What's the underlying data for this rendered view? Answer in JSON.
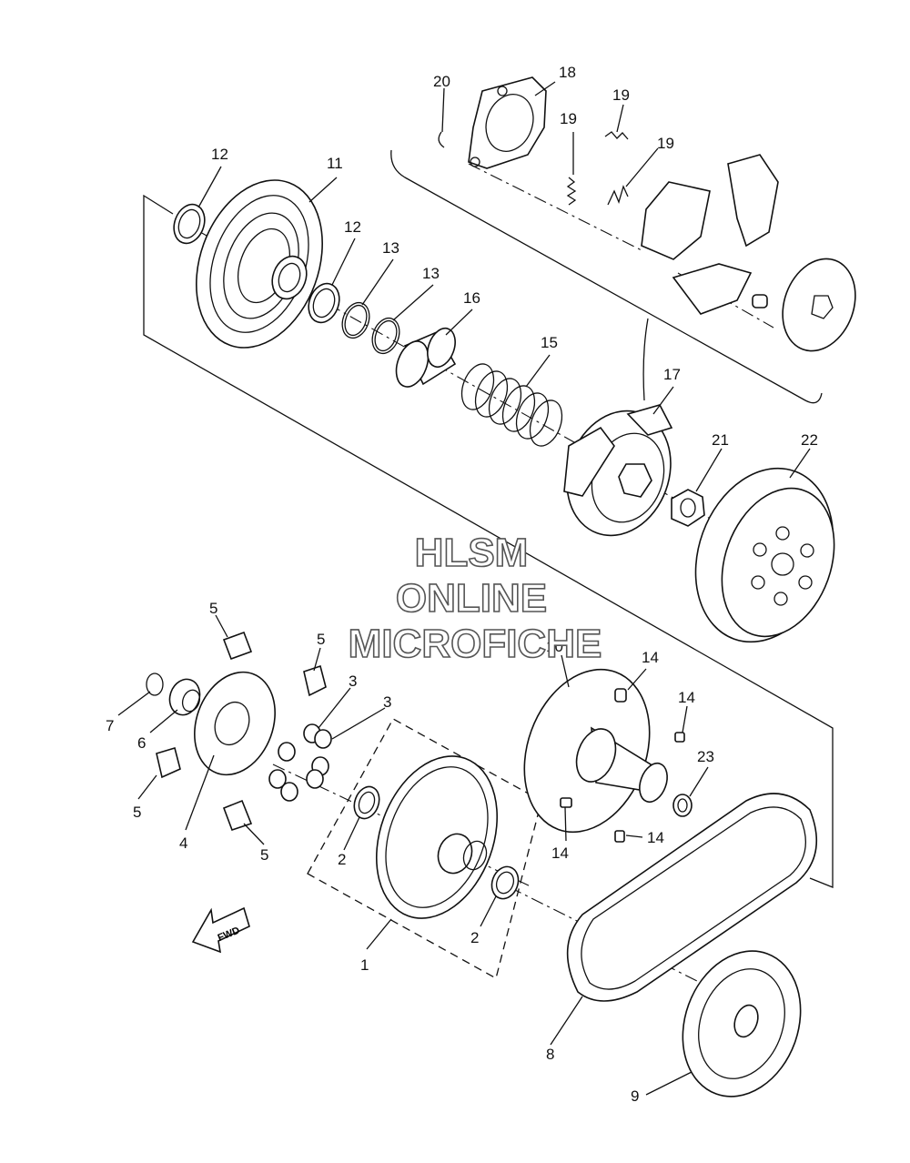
{
  "watermark": {
    "line1": "HLSM",
    "line2": "ONLINE",
    "line3": "MICROFICHE"
  },
  "fwd_label": "FWD",
  "callouts": [
    {
      "id": "c1",
      "text": "1"
    },
    {
      "id": "c2a",
      "text": "2"
    },
    {
      "id": "c2b",
      "text": "2"
    },
    {
      "id": "c3a",
      "text": "3"
    },
    {
      "id": "c3b",
      "text": "3"
    },
    {
      "id": "c4",
      "text": "4"
    },
    {
      "id": "c5a",
      "text": "5"
    },
    {
      "id": "c5b",
      "text": "5"
    },
    {
      "id": "c5c",
      "text": "5"
    },
    {
      "id": "c5d",
      "text": "5"
    },
    {
      "id": "c6",
      "text": "6"
    },
    {
      "id": "c7",
      "text": "7"
    },
    {
      "id": "c8",
      "text": "8"
    },
    {
      "id": "c9",
      "text": "9"
    },
    {
      "id": "c10",
      "text": "10"
    },
    {
      "id": "c11",
      "text": "11"
    },
    {
      "id": "c12a",
      "text": "12"
    },
    {
      "id": "c12b",
      "text": "12"
    },
    {
      "id": "c13a",
      "text": "13"
    },
    {
      "id": "c13b",
      "text": "13"
    },
    {
      "id": "c14a",
      "text": "14"
    },
    {
      "id": "c14b",
      "text": "14"
    },
    {
      "id": "c14c",
      "text": "14"
    },
    {
      "id": "c14d",
      "text": "14"
    },
    {
      "id": "c15",
      "text": "15"
    },
    {
      "id": "c16",
      "text": "16"
    },
    {
      "id": "c17",
      "text": "17"
    },
    {
      "id": "c18",
      "text": "18"
    },
    {
      "id": "c19a",
      "text": "19"
    },
    {
      "id": "c19b",
      "text": "19"
    },
    {
      "id": "c19c",
      "text": "19"
    },
    {
      "id": "c20",
      "text": "20"
    },
    {
      "id": "c21",
      "text": "21"
    },
    {
      "id": "c22",
      "text": "22"
    },
    {
      "id": "c23",
      "text": "23"
    }
  ]
}
